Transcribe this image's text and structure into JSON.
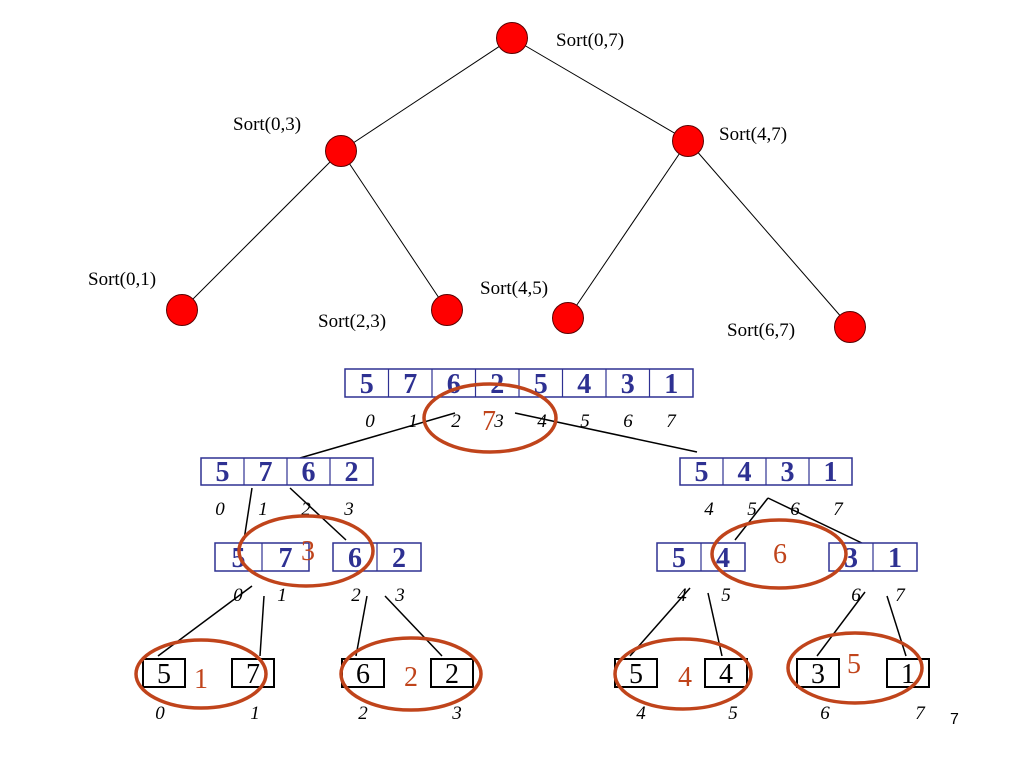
{
  "colors": {
    "node_fill": "#ff0000",
    "node_stroke": "#5a0000",
    "array_text": "#2e3192",
    "array_border": "#2e3192",
    "leaf_text": "#000000",
    "leaf_border": "#000000",
    "step_circle": "#c0441b",
    "step_number": "#c0441b",
    "line": "#000000"
  },
  "tree": {
    "nodes": [
      {
        "id": "n07",
        "label": "Sort(0,7)"
      },
      {
        "id": "n03",
        "label": "Sort(0,3)"
      },
      {
        "id": "n47",
        "label": "Sort(4,7)"
      },
      {
        "id": "n01",
        "label": "Sort(0,1)"
      },
      {
        "id": "n23",
        "label": "Sort(2,3)"
      },
      {
        "id": "n45",
        "label": "Sort(4,5)"
      },
      {
        "id": "n67",
        "label": "Sort(6,7)"
      }
    ],
    "edges": [
      [
        "n07",
        "n03"
      ],
      [
        "n07",
        "n47"
      ],
      [
        "n03",
        "n01"
      ],
      [
        "n03",
        "n23"
      ],
      [
        "n47",
        "n45"
      ],
      [
        "n47",
        "n67"
      ]
    ]
  },
  "arrays": [
    {
      "id": "root",
      "style": "bold",
      "cells": [
        "5",
        "7",
        "6",
        "2",
        "5",
        "4",
        "3",
        "1"
      ],
      "indices": [
        "0",
        "1",
        "2",
        "3",
        "4",
        "5",
        "6",
        "7"
      ]
    },
    {
      "id": "left",
      "style": "bold",
      "cells": [
        "5",
        "7",
        "6",
        "2"
      ],
      "indices": [
        "0",
        "1",
        "2",
        "3"
      ]
    },
    {
      "id": "right",
      "style": "bold",
      "cells": [
        "5",
        "4",
        "3",
        "1"
      ],
      "indices": [
        "4",
        "5",
        "6",
        "7"
      ]
    },
    {
      "id": "ll",
      "style": "bold",
      "cells": [
        "5",
        "7"
      ],
      "indices": [
        "0",
        "1"
      ]
    },
    {
      "id": "lr",
      "style": "bold",
      "cells": [
        "6",
        "2"
      ],
      "indices": [
        "2",
        "3"
      ]
    },
    {
      "id": "rl",
      "style": "bold",
      "cells": [
        "5",
        "4"
      ],
      "indices": [
        "4",
        "5"
      ]
    },
    {
      "id": "rr",
      "style": "bold",
      "cells": [
        "3",
        "1"
      ],
      "indices": [
        "6",
        "7"
      ]
    },
    {
      "id": "leaf0",
      "style": "leaf",
      "cells": [
        "5"
      ],
      "indices": [
        "0"
      ]
    },
    {
      "id": "leaf1",
      "style": "leaf",
      "cells": [
        "7"
      ],
      "indices": [
        "1"
      ]
    },
    {
      "id": "leaf2",
      "style": "leaf",
      "cells": [
        "6"
      ],
      "indices": [
        "2"
      ]
    },
    {
      "id": "leaf3",
      "style": "leaf",
      "cells": [
        "2"
      ],
      "indices": [
        "3"
      ]
    },
    {
      "id": "leaf4",
      "style": "leaf",
      "cells": [
        "5"
      ],
      "indices": [
        "4"
      ]
    },
    {
      "id": "leaf5",
      "style": "leaf",
      "cells": [
        "4"
      ],
      "indices": [
        "5"
      ]
    },
    {
      "id": "leaf6",
      "style": "leaf",
      "cells": [
        "3"
      ],
      "indices": [
        "6"
      ]
    },
    {
      "id": "leaf7",
      "style": "leaf",
      "cells": [
        "1"
      ],
      "indices": [
        "7"
      ]
    }
  ],
  "split_edges": [
    [
      "root",
      "left"
    ],
    [
      "root",
      "right"
    ],
    [
      "left",
      "ll"
    ],
    [
      "left",
      "lr"
    ],
    [
      "right",
      "rl"
    ],
    [
      "right",
      "rr"
    ],
    [
      "ll",
      "leaf0"
    ],
    [
      "ll",
      "leaf1"
    ],
    [
      "lr",
      "leaf2"
    ],
    [
      "lr",
      "leaf3"
    ],
    [
      "rl",
      "leaf4"
    ],
    [
      "rl",
      "leaf5"
    ],
    [
      "rr",
      "leaf6"
    ],
    [
      "rr",
      "leaf7"
    ]
  ],
  "steps": [
    {
      "id": "s1",
      "label": "1"
    },
    {
      "id": "s2",
      "label": "2"
    },
    {
      "id": "s3",
      "label": "3"
    },
    {
      "id": "s4",
      "label": "4"
    },
    {
      "id": "s5",
      "label": "5"
    },
    {
      "id": "s6",
      "label": "6"
    },
    {
      "id": "s7",
      "label": "7"
    }
  ],
  "page_number": "7"
}
